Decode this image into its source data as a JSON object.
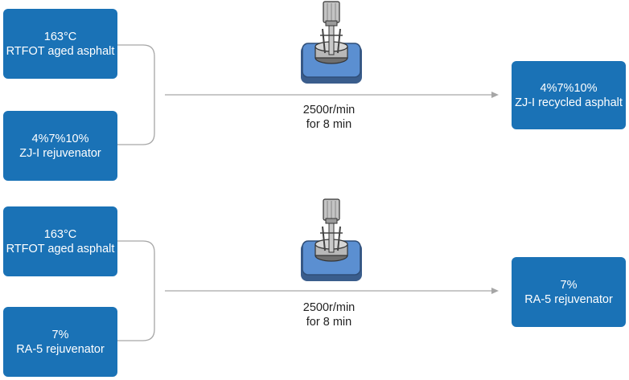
{
  "rows": [
    {
      "input_a": {
        "line1": "163°C",
        "line2": "RTFOT aged asphalt"
      },
      "input_b": {
        "line1": "4%7%10%",
        "line2": "ZJ-I rejuvenator"
      },
      "process": {
        "line1": "2500r/min",
        "line2": "for 8 min"
      },
      "output": {
        "line1": "4%7%10%",
        "line2": "ZJ-I recycled asphalt"
      }
    },
    {
      "input_a": {
        "line1": "163°C",
        "line2": "RTFOT aged asphalt"
      },
      "input_b": {
        "line1": "7%",
        "line2": "RA-5 rejuvenator"
      },
      "process": {
        "line1": "2500r/min",
        "line2": "for 8 min"
      },
      "output": {
        "line1": "7%",
        "line2": "RA-5 rejuvenator"
      }
    }
  ],
  "colors": {
    "box": "#1a72b6",
    "line": "#a6a6a6",
    "mixer_base": "#5b8fd1"
  },
  "icons": [
    "mixer-icon"
  ]
}
